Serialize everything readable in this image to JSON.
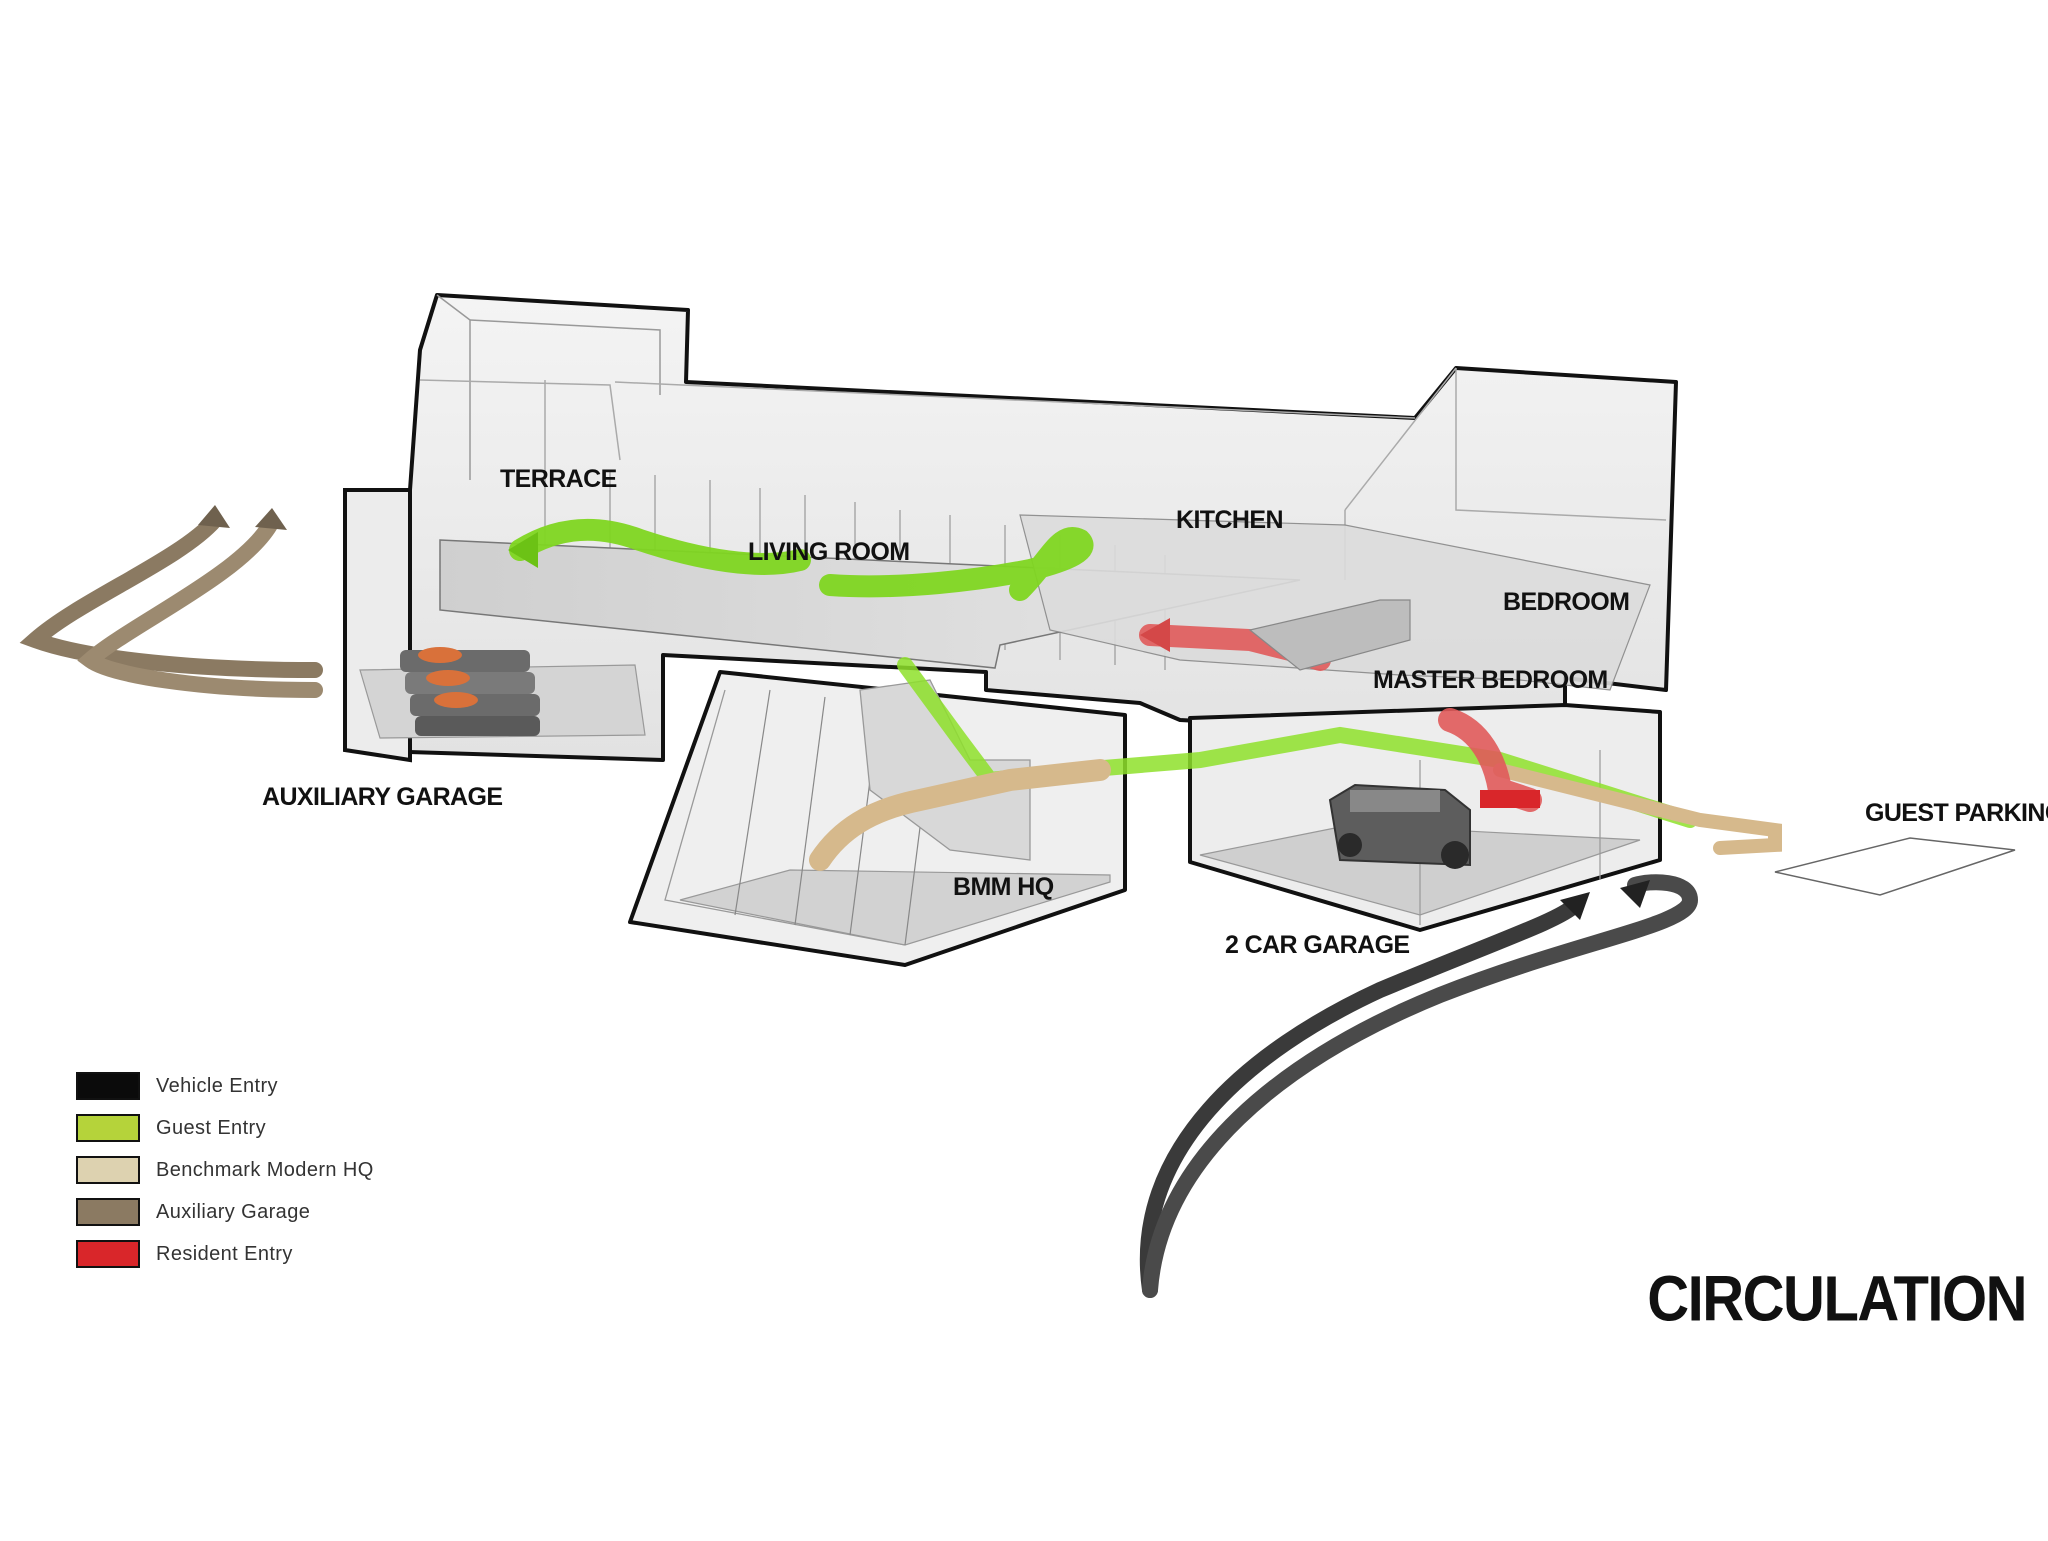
{
  "title": "CIRCULATION",
  "rooms": {
    "terrace": "TERRACE",
    "living_room": "LIVING ROOM",
    "kitchen": "KITCHEN",
    "bedroom": "BEDROOM",
    "master_bedroom": "MASTER BEDROOM",
    "auxiliary_garage": "AUXILIARY GARAGE",
    "bmm_hq": "BMM HQ",
    "car_garage": "2 CAR GARAGE",
    "guest_parking": "GUEST PARKING"
  },
  "legend": [
    {
      "label": "Vehicle Entry",
      "color": "#0b0b0b"
    },
    {
      "label": "Guest Entry",
      "color": "#b5d33a"
    },
    {
      "label": "Benchmark Modern HQ",
      "color": "#ddd2b0"
    },
    {
      "label": "Auxiliary Garage",
      "color": "#8b7a62"
    },
    {
      "label": "Resident Entry",
      "color": "#d9262a"
    }
  ],
  "colors": {
    "vehicle": "#3a3a3a",
    "guest": "#7fd621",
    "hq": "#d6b98c",
    "aux": "#8b7a62",
    "resident": "#e05a5a",
    "outline": "#111111",
    "glass": "#eeeeee",
    "floor": "#c9c9c9"
  }
}
